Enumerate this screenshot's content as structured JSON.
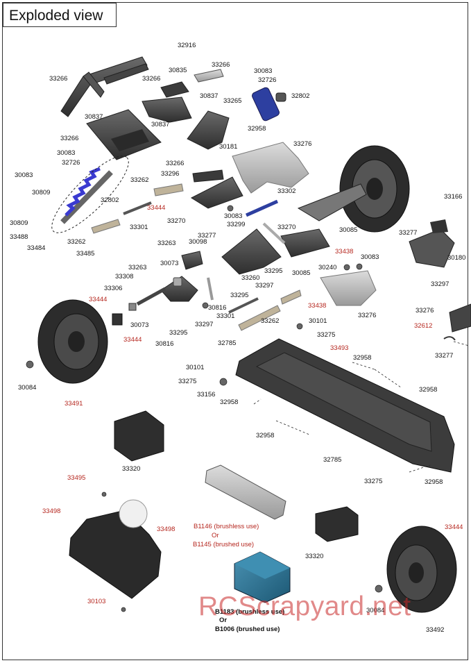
{
  "title": "Exploded view",
  "watermark": "RCScrapyard.net",
  "colors": {
    "red_label": "#b5261e",
    "battery_blue": "#2a6f8e",
    "part_dark": "#3a3a3a"
  },
  "labels": {
    "l01": "32916",
    "l02": "30835",
    "l03": "33266",
    "l04": "30083",
    "l05": "32726",
    "l06": "33266",
    "l07": "33266",
    "l08": "30837",
    "l09": "33265",
    "l10": "32802",
    "l11": "30837",
    "l12": "33266",
    "l13": "30837",
    "l14": "32958",
    "l15": "30181",
    "l16": "33276",
    "l17": "30083",
    "l18": "32726",
    "l19": "30083",
    "l20": "30809",
    "l21": "32802",
    "l22": "33266",
    "l23": "33262",
    "l24": "33296",
    "l25": "33302",
    "l26": "33166",
    "l27": "33444",
    "l28": "30809",
    "l29": "33488",
    "l30": "33270",
    "l31": "30083",
    "l32": "33299",
    "l33": "33301",
    "l34": "33270",
    "l35": "30085",
    "l36": "33277",
    "l37": "33277",
    "l38": "33484",
    "l39": "33262",
    "l40": "33485",
    "l41": "33263",
    "l42": "30098",
    "l43": "33438",
    "l44": "30083",
    "l45": "30180",
    "l46": "30073",
    "l47": "33263",
    "l48": "33295",
    "l49": "30240",
    "l50": "33308",
    "l51": "33260",
    "l52": "30085",
    "l53": "33297",
    "l54": "33306",
    "l55": "33297",
    "l56": "33444",
    "l57": "33295",
    "l58": "33438",
    "l59": "30816",
    "l60": "33276",
    "l61": "33276",
    "l62": "30073",
    "l63": "33301",
    "l64": "33262",
    "l65": "33444",
    "l66": "33297",
    "l67": "30101",
    "l68": "33295",
    "l69": "30816",
    "l70": "33275",
    "l71": "32612",
    "l72": "32785",
    "l73": "33493",
    "l74": "33277",
    "l75": "30101",
    "l76": "32958",
    "l77": "30084",
    "l78": "33275",
    "l79": "33156",
    "l80": "33491",
    "l81": "32958",
    "l82": "32958",
    "l83": "32958",
    "l84": "33320",
    "l85": "32785",
    "l86": "33275",
    "l87": "32958",
    "l88": "33495",
    "l89": "33498",
    "l90": "33498",
    "l91": "33320",
    "l92": "33444",
    "l93": "30103",
    "l94": "30084",
    "l95": "33492"
  },
  "notes": {
    "b1146": "B1146 (brushless use)",
    "or1": "Or",
    "b1145": "B1145 (brushed use)",
    "b1183": "B1183 (brushless use)",
    "or2": "Or",
    "b1006": "B1006 (brushed use)"
  }
}
